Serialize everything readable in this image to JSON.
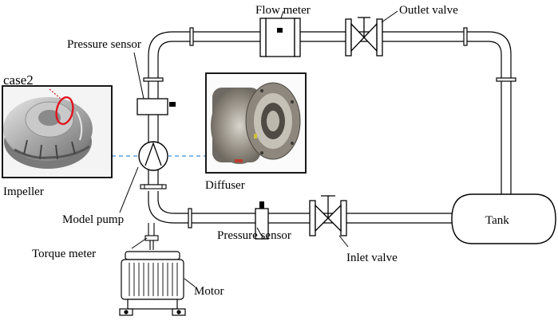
{
  "labels": {
    "flow_meter": "Flow meter",
    "outlet_valve": "Outlet valve",
    "pressure_sensor_top": "Pressure sensor",
    "case_label": "case2",
    "impeller": "Impeller",
    "diffuser": "Diffuser",
    "model_pump": "Model pump",
    "torque_meter": "Torque meter",
    "motor": "Motor",
    "pressure_sensor_bottom": "Pressure sensor",
    "inlet_valve": "Inlet valve",
    "tank": "Tank"
  },
  "colors": {
    "pipe_stroke": "#000000",
    "pipe_fill": "#ffffff",
    "highlight_circle": "#e0141e",
    "dashed_link": "#3a8fd6",
    "photo_frame": "#000000"
  },
  "icons": {
    "impeller_photo": "impeller-image",
    "diffuser_photo": "diffuser-image",
    "pump_symbol": "centrifugal-pump-icon",
    "valve_symbol": "gate-valve-icon",
    "motor_symbol": "electric-motor-icon"
  }
}
